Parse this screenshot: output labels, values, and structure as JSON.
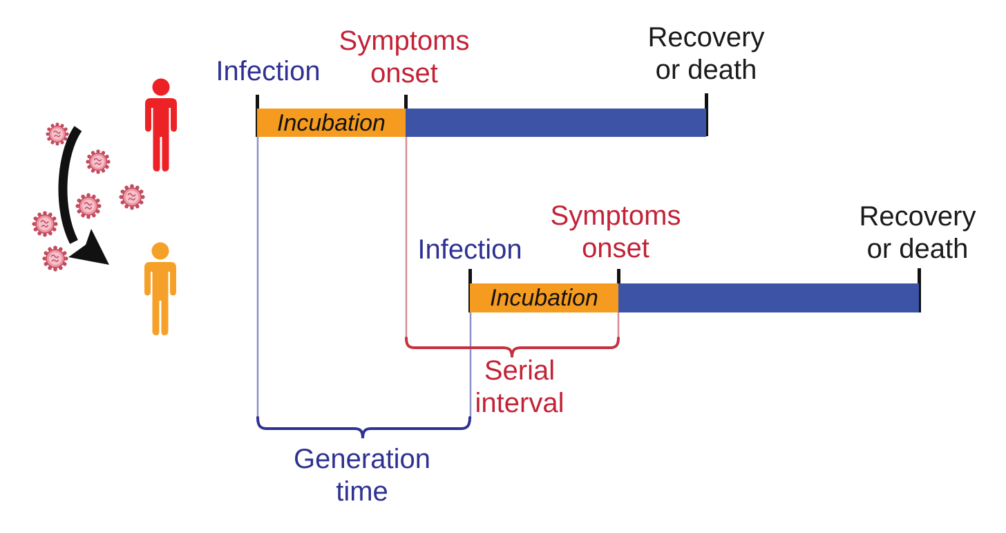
{
  "diagram": {
    "infector_timeline": {
      "infection_label": "Infection",
      "symptoms_onset_label": "Symptoms\nonset",
      "recovery_label": "Recovery\nor death",
      "incubation_label": "Incubation"
    },
    "infectee_timeline": {
      "infection_label": "Infection",
      "symptoms_onset_label": "Symptoms\nonset",
      "recovery_label": "Recovery\nor death",
      "incubation_label": "Incubation"
    },
    "intervals": {
      "serial_interval_label": "Serial\ninterval",
      "generation_time_label": "Generation\ntime"
    },
    "colors": {
      "incubation_bar": "#F59B20",
      "symptomatic_bar": "#3D53A6",
      "infection_text": "#2E3192",
      "symptoms_text": "#C32237",
      "recovery_text": "#1A1A1A",
      "serial_interval_brace": "#C43240",
      "generation_time_brace": "#2E3192",
      "infector_person": "#EC2227",
      "infectee_person": "#F5A028",
      "virus_spike": "#C34B5E",
      "transmission_arrow": "#111111"
    },
    "icons": {
      "virus_particles": {
        "name": "virus-icon",
        "count": 6
      },
      "infector": "person-icon",
      "infectee": "person-icon",
      "transmission": "curved-arrow-icon"
    }
  }
}
